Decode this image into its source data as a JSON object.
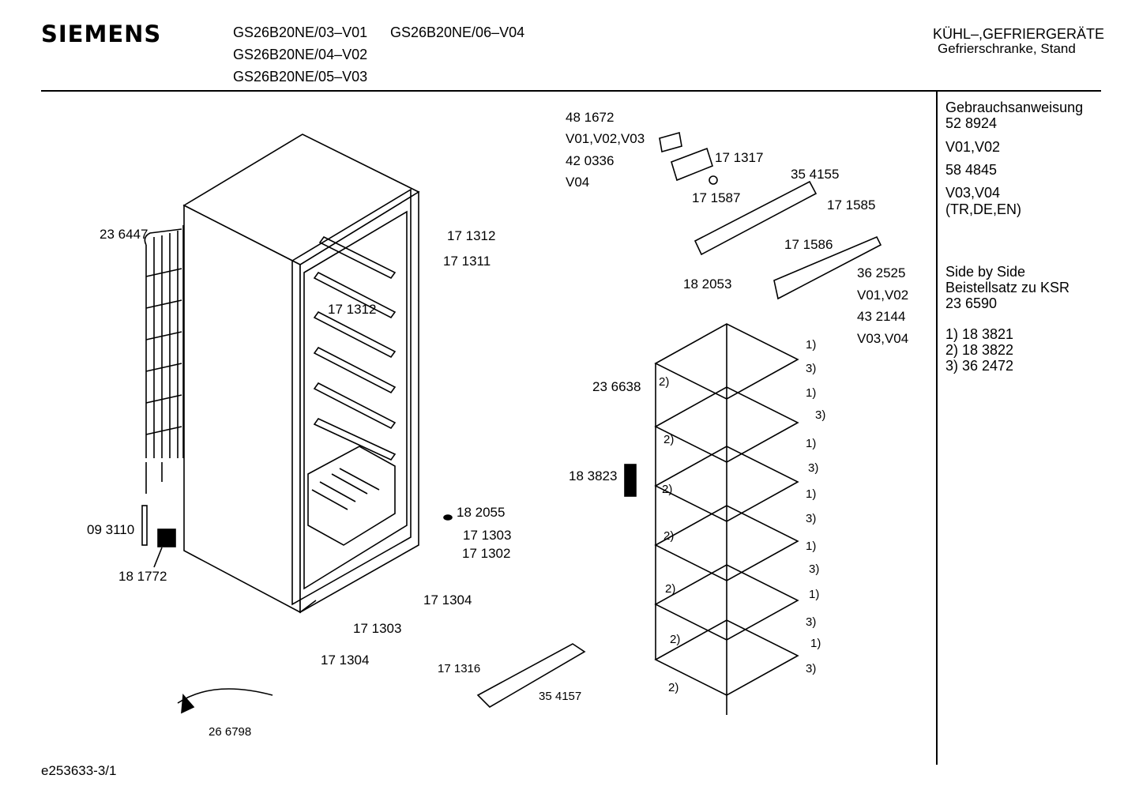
{
  "header": {
    "brand": "SIEMENS",
    "models": [
      "GS26B20NE/03–V01",
      "GS26B20NE/06–V04",
      "GS26B20NE/04–V02",
      "GS26B20NE/05–V03"
    ],
    "category": "KÜHL–,GEFRIERGERÄTE",
    "subcategory": "Gefrierschranke, Stand"
  },
  "side_panel": {
    "lines": [
      "Gebrauchsanweisung",
      "52 8924",
      "V01,V02",
      "58 4845",
      "V03,V04",
      "(TR,DE,EN)",
      "Side by Side",
      "Beistellsatz zu KSR",
      "23 6590",
      "1)  18 3821",
      "2)  18 3822",
      "3)  36 2472"
    ]
  },
  "parts": [
    "48 1672",
    "V01,V02,V03",
    "42 0336",
    "V04",
    "17 1317",
    "35 4155",
    "17 1587",
    "17 1585",
    "17 1586",
    "18 2053",
    "36 2525",
    "V01,V02",
    "43 2144",
    "V03,V04",
    "23 6447",
    "17 1312",
    "17 1311",
    "17 1312",
    "23 6638",
    "18 3823",
    "18 2055",
    "17 1303",
    "17 1302",
    "09 3110",
    "18 1772",
    "17 1304",
    "17 1303",
    "17 1304",
    "17 1316",
    "35 4157",
    "26 6798"
  ],
  "callouts": [
    "1)",
    "3)",
    "2)"
  ],
  "footer": "e253633-3/1"
}
